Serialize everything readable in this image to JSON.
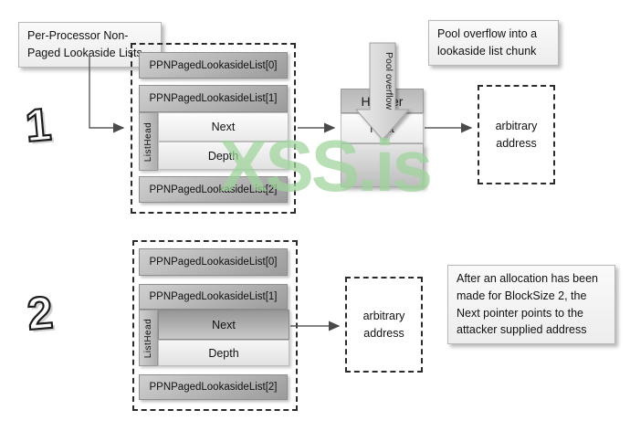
{
  "watermark": "XSS.is",
  "colors": {
    "watermark_green": "#9ed49a",
    "connector_gray": "#555555",
    "box_gradient_light": "#d0d0d0",
    "box_gradient_dark": "#9b9b9b"
  },
  "section1": {
    "number": "1",
    "label": "Per-Processor Non-Paged Lookaside Lists",
    "note": "Pool overflow into a lookaside list chunk",
    "list": {
      "items": [
        "PPNPagedLookasideList[0]",
        "PPNPagedLookasideList[1]",
        "PPNPagedLookasideList[2]"
      ],
      "listhead": "ListHead",
      "next": "Next",
      "depth": "Depth"
    },
    "chunk": {
      "header": "Header",
      "next": "Next",
      "overflow_label": "Pool overflow"
    },
    "target": "arbitrary address"
  },
  "section2": {
    "number": "2",
    "note": "After an allocation has been made for BlockSize 2, the Next pointer points to the attacker supplied address",
    "list": {
      "items": [
        "PPNPagedLookasideList[0]",
        "PPNPagedLookasideList[1]",
        "PPNPagedLookasideList[2]"
      ],
      "listhead": "ListHead",
      "next": "Next",
      "depth": "Depth"
    },
    "target": "arbitrary address"
  }
}
